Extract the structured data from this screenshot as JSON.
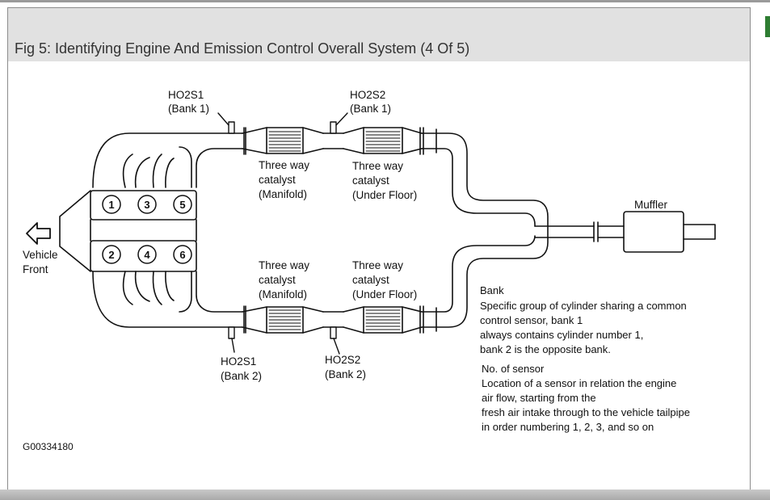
{
  "figure": {
    "title": "Fig 5: Identifying Engine And Emission Control Overall System (4 Of 5)",
    "figure_id": "G00334180"
  },
  "vehicle_front": {
    "line1": "Vehicle",
    "line2": "Front"
  },
  "cylinders": {
    "bank1": [
      "1",
      "3",
      "5"
    ],
    "bank2": [
      "2",
      "4",
      "6"
    ]
  },
  "sensors": {
    "ho2s1_bank1": {
      "name": "HO2S1",
      "bank": "(Bank 1)"
    },
    "ho2s2_bank1": {
      "name": "HO2S2",
      "bank": "(Bank 1)"
    },
    "ho2s1_bank2": {
      "name": "HO2S1",
      "bank": "(Bank 2)"
    },
    "ho2s2_bank2": {
      "name": "HO2S2",
      "bank": "(Bank 2)"
    }
  },
  "catalysts": {
    "manifold_top": [
      "Three way",
      "catalyst",
      "(Manifold)"
    ],
    "underfloor_top": [
      "Three way",
      "catalyst",
      "(Under Floor)"
    ],
    "manifold_bottom": [
      "Three way",
      "catalyst",
      "(Manifold)"
    ],
    "underfloor_bottom": [
      "Three way",
      "catalyst",
      "(Under Floor)"
    ]
  },
  "muffler": "Muffler",
  "notes": {
    "bank": {
      "heading": "Bank",
      "lines": [
        "Specific group of cylinder sharing a common",
        "control sensor, bank 1",
        "always contains cylinder number 1,",
        "bank 2 is the opposite bank."
      ]
    },
    "sensor": {
      "heading": "No. of sensor",
      "lines": [
        "Location of a sensor in relation the engine",
        "air flow, starting from the",
        "fresh air intake through to the vehicle tailpipe",
        "in order numbering 1, 2, 3, and so on"
      ]
    }
  }
}
